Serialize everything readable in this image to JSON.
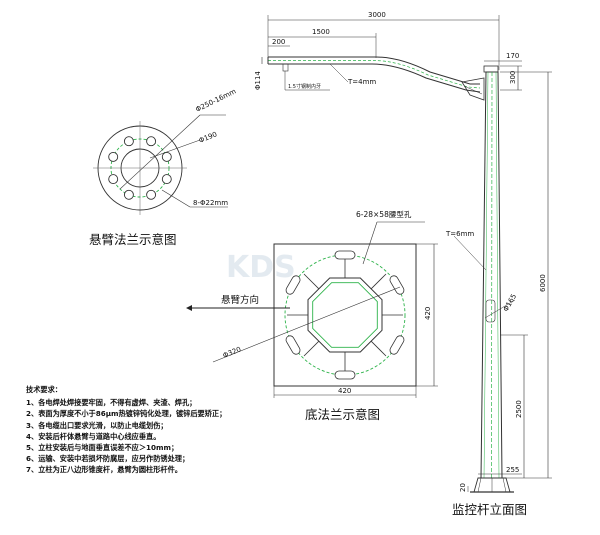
{
  "flange_arm": {
    "title": "悬臂法兰示意图",
    "dim_outer": "Φ250-16mm",
    "dim_inner": "Φ190",
    "dim_holes": "8-Φ22mm"
  },
  "flange_base": {
    "title": "底法兰示意图",
    "slot_label": "6-28×58腰型孔",
    "arm_direction": "悬臂方向",
    "dim_diameter": "Φ320",
    "dim_width": "420",
    "dim_height": "420"
  },
  "pole": {
    "title": "监控杆立面图",
    "arm_length": "3000",
    "arm_straight": "1500",
    "arm_tip": "200",
    "arm_thickness": "T=4mm",
    "arm_diameter": "Φ114",
    "tip_label": "1.5寸钢制内牙",
    "top_width": "170",
    "top_height": "300",
    "pole_thickness": "T=6mm",
    "pole_height": "6000",
    "lower_height": "2500",
    "base_width": "255",
    "base_height": "20",
    "pole_diameter": "Φ165"
  },
  "notes": {
    "title": "技术要求：",
    "items": [
      "1、各电焊处焊接要牢固，不得有虚焊、夹渣、焊孔；",
      "2、表面为厚度不小于86μm热镀锌钝化处理，镀锌后要矫正；",
      "3、各电缆出口要求光滑，以防止电缆划伤；",
      "4、安装后杆体悬臂与道路中心线应垂直。",
      "5、立柱安装后与地面垂直误差不应＞10mm；",
      "6、运输、安装中若损坏防腐层，应另作防锈处理；",
      "7、立柱为正八边形锥度杆，悬臂为圆柱形杆件。"
    ]
  }
}
